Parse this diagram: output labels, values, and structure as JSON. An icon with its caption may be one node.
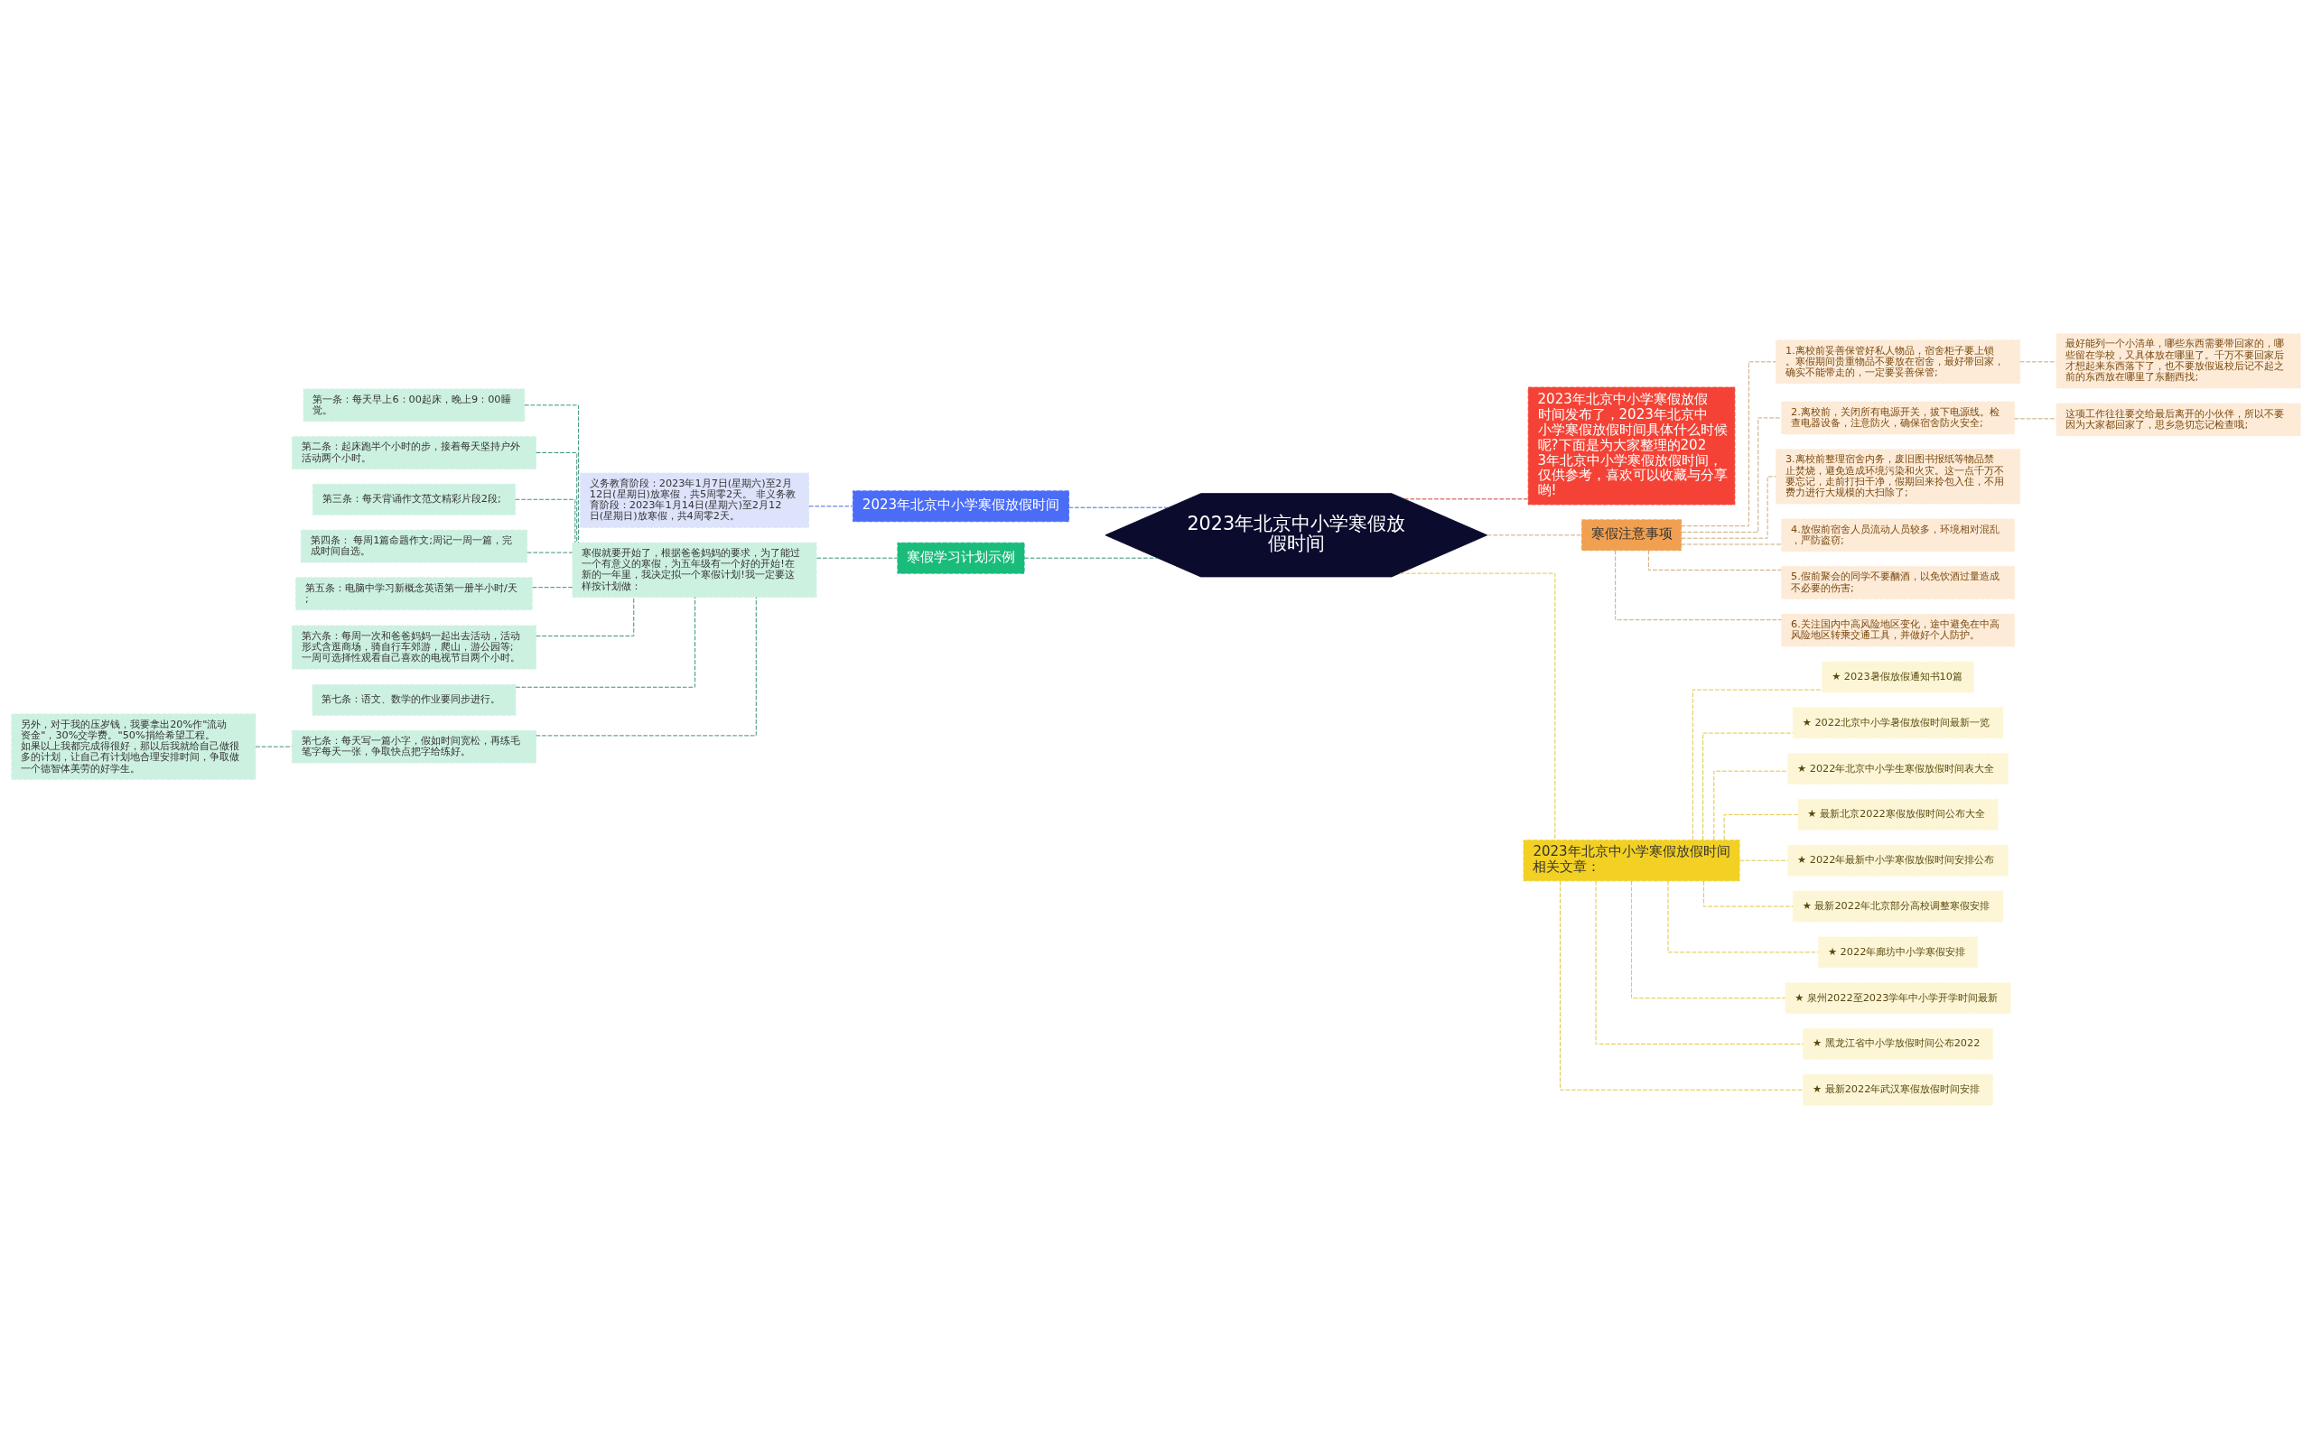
{
  "diagram": {
    "nodes": [
      {
        "text": [
          "2023年北京中小学寒假放假时间"
        ]
      },
      {
        "text": [
          "2023年北京中小学寒假放假时间"
        ]
      },
      {
        "text": [
          "义务教育阶段：2023年1月7日(星期六)至2月12日(星期日)放寒假，共5周零2天。 非义务教育阶段：2023年1月14日(星期六)至2月12日(星期日)放寒假，共4周零2天。"
        ]
      },
      {
        "text": [
          "寒假学习计划示例"
        ]
      },
      {
        "text": [
          "寒假就要开始了，根据爸爸妈妈的要求，为了能过一个有意义的寒假，为五年级有一个好的开始!在新的一年里，我决定拟一个寒假计划!我一定要这样按计划做："
        ]
      },
      {
        "text": [
          "第一条：每天早上6：00起床，晚上9：00睡觉。"
        ]
      },
      {
        "text": [
          "第二条：起床跑半个小时的步，接着每天坚持户外活动两个小时。"
        ]
      },
      {
        "text": [
          "第三条：每天背诵作文范文精彩片段2段;"
        ]
      },
      {
        "text": [
          "第四条： 每周1篇命题作文;周记一周一篇，完成时间自选。"
        ]
      },
      {
        "text": [
          "第五条：电脑中学习新概念英语第一册半小时/天;"
        ]
      },
      {
        "text": [
          "第六条：每周一次和爸爸妈妈一起出去活动，活动形式含逛商场，骑自行车郊游，爬山，游公园等;一周可选择性观看自己喜欢的电视节目两个小时。"
        ]
      },
      {
        "text": [
          "第七条：语文、数学的作业要同步进行。"
        ]
      },
      {
        "text": [
          "第七条：每天写一篇小字，假如时间宽松，再练毛笔字每天一张，争取快点把字给练好。"
        ]
      },
      {
        "text": [
          "另外，对于我的压岁钱，我要拿出20%作\"流动资金\"，30%交学费。\"50%捐给希望工程。如果以上我都完成得很好，那以后我就给自己做很多的计划，让自己有计划地合理安排时间，争取做一个德智体美劳的好学生。"
        ]
      },
      {
        "text": [
          "2023年北京中小学寒假放假时间发布了，2023年北京中小学寒假放假时间具体什么时候呢?下面是为大家整理的2023年北京中小学寒假放假时间，仅供参考，喜欢可以收藏与分享哟!"
        ]
      },
      {
        "text": [
          "寒假注意事项"
        ]
      },
      {
        "text": [
          "1.离校前妥善保管好私人物品，宿舍柜子要上锁。寒假期间贵重物品不要放在宿舍，最好带回家，确实不能带走的，一定要妥善保管;"
        ]
      },
      {
        "text": [
          "最好能列一个小清单，哪些东西需要带回家的，哪些留在学校，又具体放在哪里了。千万不要回家后才想起来东西落下了，也不要放假返校后记不起之前的东西放在哪里了东翻西找;"
        ]
      },
      {
        "text": [
          "2.离校前，关闭所有电源开关，拔下电源线。检查电器设备，注意防火，确保宿舍防火安全;"
        ]
      },
      {
        "text": [
          "这项工作往往要交给最后离开的小伙伴，所以不要因为大家都回家了，思乡急切忘记检查哦;"
        ]
      },
      {
        "text": [
          "3.离校前整理宿舍内务，废旧图书报纸等物品禁止焚烧，避免造成环境污染和火灾。这一点千万不要忘记，走前打扫干净，假期回来拎包入住，不用费力进行大规模的大扫除了;"
        ]
      },
      {
        "text": [
          "4.放假前宿舍人员流动人员较多，环境相对混乱，严防盗窃;"
        ]
      },
      {
        "text": [
          "5.假前聚会的同学不要酗酒，以免饮酒过量造成不必要的伤害;"
        ]
      },
      {
        "text": [
          "6.关注国内中高风险地区变化，途中避免在中高风险地区转乘交通工具，并做好个人防护。"
        ]
      },
      {
        "text": [
          "2023年北京中小学寒假放假时间相关文章："
        ]
      },
      {
        "text": [
          "★ 2023暑假放假通知书10篇"
        ]
      },
      {
        "text": [
          "★ 2022北京中小学暑假放假时间最新一览"
        ]
      },
      {
        "text": [
          "★ 2022年北京中小学生寒假放假时间表大全"
        ]
      },
      {
        "text": [
          "★ 最新北京2022寒假放假时间公布大全"
        ]
      },
      {
        "text": [
          "★ 2022年最新中小学寒假放假时间安排公布"
        ]
      },
      {
        "text": [
          "★ 最新2022年北京部分高校调整寒假安排"
        ]
      },
      {
        "text": [
          "★ 2022年廊坊中小学寒假安排"
        ]
      },
      {
        "text": [
          "★ 泉州2022至2023学年中小学开学时间最新"
        ]
      },
      {
        "text": [
          "★ 黑龙江省中小学放假时间公布2022"
        ]
      },
      {
        "text": [
          "★ 最新2022年武汉寒假放假时间安排"
        ]
      }
    ],
    "edges": [
      {
        "from": 1,
        "to": 0,
        "arrow": "none",
        "style": "dashed",
        "color": "#3b5bdb"
      },
      {
        "from": 2,
        "to": 1,
        "arrow": "none",
        "style": "dashed",
        "color": "#3b5bdb"
      },
      {
        "from": 3,
        "to": 0,
        "arrow": "none",
        "style": "dashed",
        "color": "#2e8b6e"
      },
      {
        "from": 4,
        "to": 3,
        "arrow": "none",
        "style": "dashed",
        "color": "#2e8b6e"
      },
      {
        "from": 5,
        "to": 4,
        "arrow": "none",
        "style": "dashed",
        "color": "#2e8b6e"
      },
      {
        "from": 6,
        "to": 4,
        "arrow": "none",
        "style": "dashed",
        "color": "#2e8b6e"
      },
      {
        "from": 7,
        "to": 4,
        "arrow": "none",
        "style": "dashed",
        "color": "#2e8b6e"
      },
      {
        "from": 8,
        "to": 4,
        "arrow": "none",
        "style": "dashed",
        "color": "#2e8b6e"
      },
      {
        "from": 9,
        "to": 4,
        "arrow": "none",
        "style": "dashed",
        "color": "#2e8b6e"
      },
      {
        "from": 10,
        "to": 4,
        "arrow": "none",
        "style": "dashed",
        "color": "#2e8b6e"
      },
      {
        "from": 11,
        "to": 4,
        "arrow": "none",
        "style": "dashed",
        "color": "#2e8b6e"
      },
      {
        "from": 12,
        "to": 4,
        "arrow": "none",
        "style": "dashed",
        "color": "#2e8b6e"
      },
      {
        "from": 13,
        "to": 12,
        "arrow": "none",
        "style": "dashed",
        "color": "#2e8b6e"
      },
      {
        "from": 0,
        "to": 14,
        "arrow": "none",
        "style": "dashed",
        "color": "#c0392b"
      },
      {
        "from": 0,
        "to": 15,
        "arrow": "none",
        "style": "dashed",
        "color": "#c8a070"
      },
      {
        "from": 15,
        "to": 16,
        "arrow": "none",
        "style": "dashed",
        "color": "#c8a070"
      },
      {
        "from": 16,
        "to": 17,
        "arrow": "none",
        "style": "dashed",
        "color": "#c8a070"
      },
      {
        "from": 15,
        "to": 18,
        "arrow": "none",
        "style": "dashed",
        "color": "#c8a070"
      },
      {
        "from": 18,
        "to": 19,
        "arrow": "none",
        "style": "dashed",
        "color": "#c8a070"
      },
      {
        "from": 15,
        "to": 20,
        "arrow": "none",
        "style": "dashed",
        "color": "#c8a070"
      },
      {
        "from": 15,
        "to": 21,
        "arrow": "none",
        "style": "dashed",
        "color": "#c8a070"
      },
      {
        "from": 15,
        "to": 22,
        "arrow": "none",
        "style": "dashed",
        "color": "#c8a070"
      },
      {
        "from": 15,
        "to": 23,
        "arrow": "none",
        "style": "dashed",
        "color": "#c8a070"
      },
      {
        "from": 0,
        "to": 24,
        "arrow": "none",
        "style": "dashed",
        "color": "#e0c030"
      },
      {
        "from": 24,
        "to": 25,
        "arrow": "none",
        "style": "dashed",
        "color": "#e0c030"
      },
      {
        "from": 24,
        "to": 26,
        "arrow": "none",
        "style": "dashed",
        "color": "#e0c030"
      },
      {
        "from": 24,
        "to": 27,
        "arrow": "none",
        "style": "dashed",
        "color": "#e0c030"
      },
      {
        "from": 24,
        "to": 28,
        "arrow": "none",
        "style": "dashed",
        "color": "#e0c030"
      },
      {
        "from": 24,
        "to": 29,
        "arrow": "none",
        "style": "dashed",
        "color": "#e0c030"
      },
      {
        "from": 24,
        "to": 30,
        "arrow": "none",
        "style": "dashed",
        "color": "#e0c030"
      },
      {
        "from": 24,
        "to": 31,
        "arrow": "none",
        "style": "dashed",
        "color": "#e0c030"
      },
      {
        "from": 24,
        "to": 32,
        "arrow": "none",
        "style": "dashed",
        "color": "#e0c030"
      },
      {
        "from": 24,
        "to": 33,
        "arrow": "none",
        "style": "dashed",
        "color": "#e0c030"
      },
      {
        "from": 24,
        "to": 34,
        "arrow": "none",
        "style": "dashed",
        "color": "#e0c030"
      }
    ]
  }
}
